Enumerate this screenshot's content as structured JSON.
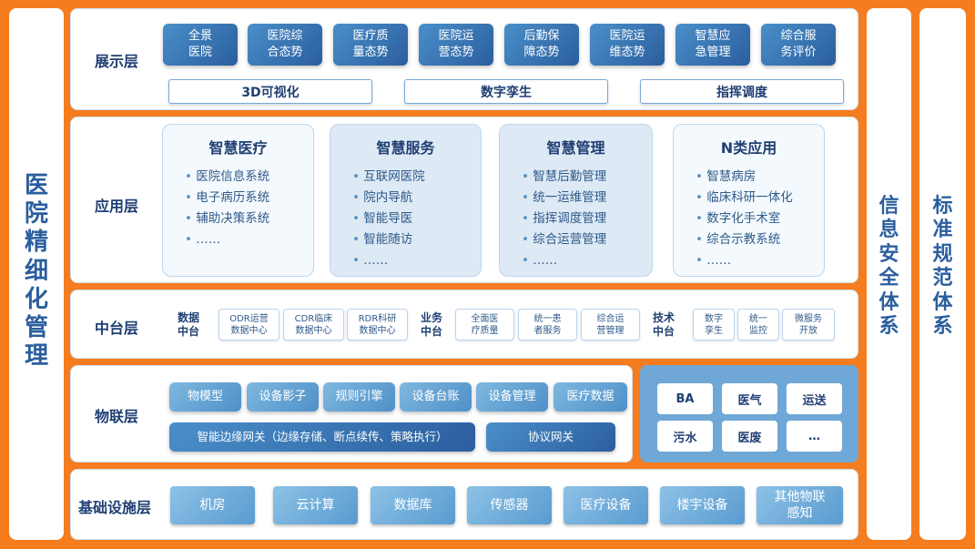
{
  "left_title": "医院精细化管理",
  "right_titles": [
    "信息安全体系",
    "标准规范体系"
  ],
  "display_layer": {
    "label": "展示层",
    "tiles": [
      "全景\n医院",
      "医院综\n合态势",
      "医疗质\n量态势",
      "医院运\n营态势",
      "后勤保\n障态势",
      "医院运\n维态势",
      "智慧应\n急管理",
      "综合服\n务评价"
    ],
    "bars": [
      "3D可视化",
      "数字孪生",
      "指挥调度"
    ]
  },
  "application_layer": {
    "label": "应用层",
    "cards": [
      {
        "title": "智慧医疗",
        "items": [
          "医院信息系统",
          "电子病历系统",
          "辅助决策系统",
          "……"
        ]
      },
      {
        "title": "智慧服务",
        "items": [
          "互联网医院",
          "院内导航",
          "智能导医",
          "智能随访",
          "……"
        ]
      },
      {
        "title": "智慧管理",
        "items": [
          "智慧后勤管理",
          "统一运维管理",
          "指挥调度管理",
          "综合运营管理",
          "……"
        ]
      },
      {
        "title": "N类应用",
        "items": [
          "智慧病房",
          "临床科研一体化",
          "数字化手术室",
          "综合示教系统",
          "……"
        ]
      }
    ]
  },
  "middle_layer": {
    "label": "中台层",
    "groups": [
      {
        "label": "数据\n中台",
        "boxes": [
          "ODR运营\n数据中心",
          "CDR临床\n数据中心",
          "RDR科研\n数据中心"
        ]
      },
      {
        "label": "业务\n中台",
        "boxes": [
          "全面医\n疗质量",
          "统一患\n者服务",
          "综合运\n营管理"
        ]
      },
      {
        "label": "技术\n中台",
        "boxes": [
          "数字\n孪生",
          "统一\n监控",
          "微服务\n开放"
        ]
      }
    ]
  },
  "iot_layer": {
    "label": "物联层",
    "tiles": [
      "物模型",
      "设备影子",
      "规则引擎",
      "设备台账",
      "设备管理",
      "医疗数据"
    ],
    "gateways": [
      "智能边缘网关（边缘存储、断点续传、策略执行）",
      "协议网关"
    ],
    "systems": [
      "BA",
      "医气",
      "运送",
      "污水",
      "医废",
      "…"
    ]
  },
  "infra_layer": {
    "label": "基础设施层",
    "tiles": [
      "机房",
      "云计算",
      "数据库",
      "传感器",
      "医疗设备",
      "楼宇设备",
      "其他物联\n感知"
    ]
  },
  "colors": {
    "frame": "#f57c1f",
    "primary": "#1f3f73",
    "accent": "#2b5e9e"
  }
}
